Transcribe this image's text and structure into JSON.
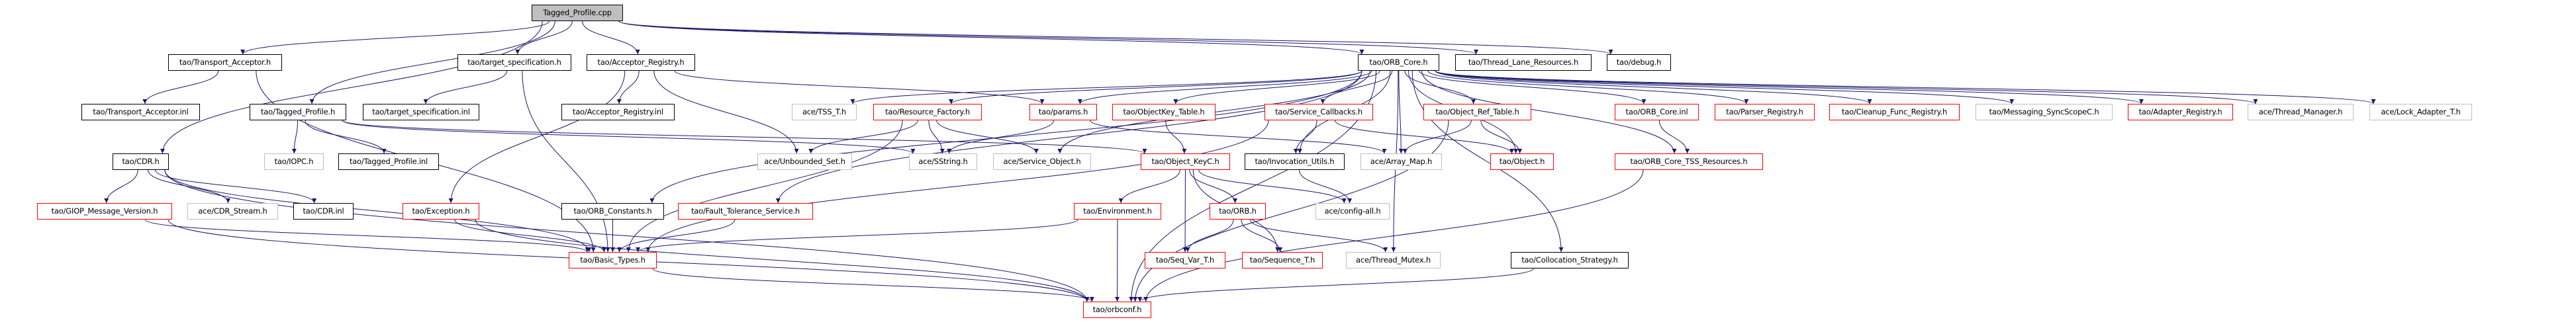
{
  "title": "Tagged_Profile.cpp include dependency graph",
  "colors": {
    "edge": "#191970",
    "root_fill": "#bfbfbf",
    "red_border": "#ff0000",
    "grey_border": "#bfbfbf",
    "normal_border": "#000000"
  },
  "nodes": [
    {
      "id": "cpp",
      "label": "Tagged_Profile.cpp",
      "style": "root"
    },
    {
      "id": "transport_acceptor_h",
      "label": "tao/Transport_Acceptor.h",
      "style": "normal"
    },
    {
      "id": "target_spec_h",
      "label": "tao/target_specification.h",
      "style": "normal"
    },
    {
      "id": "acceptor_registry_h",
      "label": "tao/Acceptor_Registry.h",
      "style": "normal"
    },
    {
      "id": "orb_core_h",
      "label": "tao/ORB_Core.h",
      "style": "normal"
    },
    {
      "id": "thread_lane_h",
      "label": "tao/Thread_Lane_Resources.h",
      "style": "normal"
    },
    {
      "id": "debug_h",
      "label": "tao/debug.h",
      "style": "normal"
    },
    {
      "id": "transport_acceptor_inl",
      "label": "tao/Transport_Acceptor.inl",
      "style": "normal"
    },
    {
      "id": "tagged_profile_h",
      "label": "tao/Tagged_Profile.h",
      "style": "normal"
    },
    {
      "id": "target_spec_inl",
      "label": "tao/target_specification.inl",
      "style": "normal"
    },
    {
      "id": "acceptor_registry_inl",
      "label": "tao/Acceptor_Registry.inl",
      "style": "normal"
    },
    {
      "id": "tss_t_h",
      "label": "ace/TSS_T.h",
      "style": "grey"
    },
    {
      "id": "resource_factory_h",
      "label": "tao/Resource_Factory.h",
      "style": "red"
    },
    {
      "id": "params_h",
      "label": "tao/params.h",
      "style": "red"
    },
    {
      "id": "objectkey_table_h",
      "label": "tao/ObjectKey_Table.h",
      "style": "red"
    },
    {
      "id": "service_callbacks_h",
      "label": "tao/Service_Callbacks.h",
      "style": "red"
    },
    {
      "id": "object_ref_table_h",
      "label": "tao/Object_Ref_Table.h",
      "style": "red"
    },
    {
      "id": "orb_core_inl",
      "label": "tao/ORB_Core.inl",
      "style": "red"
    },
    {
      "id": "parser_registry_h",
      "label": "tao/Parser_Registry.h",
      "style": "red"
    },
    {
      "id": "cleanup_func_registry_h",
      "label": "tao/Cleanup_Func_Registry.h",
      "style": "red"
    },
    {
      "id": "messaging_syncscopec_h",
      "label": "tao/Messaging_SyncScopeC.h",
      "style": "grey"
    },
    {
      "id": "adapter_registry_h",
      "label": "tao/Adapter_Registry.h",
      "style": "red"
    },
    {
      "id": "thread_manager_h",
      "label": "ace/Thread_Manager.h",
      "style": "grey"
    },
    {
      "id": "lock_adapter_t_h",
      "label": "ace/Lock_Adapter_T.h",
      "style": "grey"
    },
    {
      "id": "cdr_h",
      "label": "tao/CDR.h",
      "style": "normal"
    },
    {
      "id": "iopc_h",
      "label": "tao/IOPC.h",
      "style": "grey"
    },
    {
      "id": "tagged_profile_inl",
      "label": "tao/Tagged_Profile.inl",
      "style": "normal"
    },
    {
      "id": "unbounded_set_h",
      "label": "ace/Unbounded_Set.h",
      "style": "grey"
    },
    {
      "id": "sstring_h",
      "label": "ace/SString.h",
      "style": "grey"
    },
    {
      "id": "service_object_h",
      "label": "ace/Service_Object.h",
      "style": "grey"
    },
    {
      "id": "object_keyc_h",
      "label": "tao/Object_KeyC.h",
      "style": "red"
    },
    {
      "id": "invocation_utils_h",
      "label": "tao/Invocation_Utils.h",
      "style": "normal"
    },
    {
      "id": "array_map_h",
      "label": "ace/Array_Map.h",
      "style": "grey"
    },
    {
      "id": "object_h",
      "label": "tao/Object.h",
      "style": "red"
    },
    {
      "id": "orb_core_tss_h",
      "label": "tao/ORB_Core_TSS_Resources.h",
      "style": "red"
    },
    {
      "id": "giop_msg_version_h",
      "label": "tao/GIOP_Message_Version.h",
      "style": "red"
    },
    {
      "id": "cdr_stream_h",
      "label": "ace/CDR_Stream.h",
      "style": "grey"
    },
    {
      "id": "cdr_inl",
      "label": "tao/CDR.inl",
      "style": "normal"
    },
    {
      "id": "exception_h",
      "label": "tao/Exception.h",
      "style": "red"
    },
    {
      "id": "orb_constants_h",
      "label": "tao/ORB_Constants.h",
      "style": "normal"
    },
    {
      "id": "fault_tolerance_h",
      "label": "tao/Fault_Tolerance_Service.h",
      "style": "red"
    },
    {
      "id": "environment_h",
      "label": "tao/Environment.h",
      "style": "red"
    },
    {
      "id": "orb_h",
      "label": "tao/ORB.h",
      "style": "red"
    },
    {
      "id": "config_all_h",
      "label": "ace/config-all.h",
      "style": "grey"
    },
    {
      "id": "basic_types_h",
      "label": "tao/Basic_Types.h",
      "style": "red"
    },
    {
      "id": "seq_var_t_h",
      "label": "tao/Seq_Var_T.h",
      "style": "red"
    },
    {
      "id": "sequence_t_h",
      "label": "tao/Sequence_T.h",
      "style": "red"
    },
    {
      "id": "thread_mutex_h",
      "label": "ace/Thread_Mutex.h",
      "style": "grey"
    },
    {
      "id": "collocation_strategy_h",
      "label": "tao/Collocation_Strategy.h",
      "style": "normal"
    },
    {
      "id": "orbconf_h",
      "label": "tao/orbconf.h",
      "style": "red"
    }
  ],
  "edges": [
    [
      "cpp",
      "cdr_h"
    ],
    [
      "cpp",
      "transport_acceptor_h"
    ],
    [
      "cpp",
      "tagged_profile_h"
    ],
    [
      "cpp",
      "target_spec_h"
    ],
    [
      "cpp",
      "acceptor_registry_h"
    ],
    [
      "cpp",
      "orb_core_h"
    ],
    [
      "cpp",
      "thread_lane_h"
    ],
    [
      "cpp",
      "debug_h"
    ],
    [
      "transport_acceptor_h",
      "transport_acceptor_inl"
    ],
    [
      "transport_acceptor_h",
      "basic_types_h"
    ],
    [
      "target_spec_h",
      "target_spec_inl"
    ],
    [
      "target_spec_h",
      "basic_types_h"
    ],
    [
      "acceptor_registry_h",
      "acceptor_registry_inl"
    ],
    [
      "acceptor_registry_h",
      "unbounded_set_h"
    ],
    [
      "acceptor_registry_h",
      "params_h"
    ],
    [
      "acceptor_registry_h",
      "exception_h"
    ],
    [
      "tagged_profile_h",
      "iopc_h"
    ],
    [
      "tagged_profile_h",
      "tagged_profile_inl"
    ],
    [
      "tagged_profile_h",
      "sstring_h"
    ],
    [
      "tagged_profile_h",
      "object_keyc_h"
    ],
    [
      "cdr_h",
      "giop_msg_version_h"
    ],
    [
      "cdr_h",
      "cdr_stream_h"
    ],
    [
      "cdr_h",
      "cdr_inl"
    ],
    [
      "cdr_h",
      "basic_types_h"
    ],
    [
      "cdr_h",
      "orbconf_h"
    ],
    [
      "giop_msg_version_h",
      "basic_types_h"
    ],
    [
      "giop_msg_version_h",
      "orbconf_h"
    ],
    [
      "exception_h",
      "basic_types_h"
    ],
    [
      "exception_h",
      "orbconf_h"
    ],
    [
      "orb_constants_h",
      "basic_types_h"
    ],
    [
      "basic_types_h",
      "orbconf_h"
    ],
    [
      "orb_core_h",
      "tss_t_h"
    ],
    [
      "orb_core_h",
      "resource_factory_h"
    ],
    [
      "orb_core_h",
      "params_h"
    ],
    [
      "orb_core_h",
      "objectkey_table_h"
    ],
    [
      "orb_core_h",
      "service_callbacks_h"
    ],
    [
      "orb_core_h",
      "object_ref_table_h"
    ],
    [
      "orb_core_h",
      "orb_core_inl"
    ],
    [
      "orb_core_h",
      "parser_registry_h"
    ],
    [
      "orb_core_h",
      "cleanup_func_registry_h"
    ],
    [
      "orb_core_h",
      "messaging_syncscopec_h"
    ],
    [
      "orb_core_h",
      "adapter_registry_h"
    ],
    [
      "orb_core_h",
      "thread_manager_h"
    ],
    [
      "orb_core_h",
      "lock_adapter_t_h"
    ],
    [
      "orb_core_h",
      "orb_constants_h"
    ],
    [
      "orb_core_h",
      "fault_tolerance_h"
    ],
    [
      "orb_core_h",
      "service_object_h"
    ],
    [
      "orb_core_h",
      "invocation_utils_h"
    ],
    [
      "orb_core_h",
      "array_map_h"
    ],
    [
      "orb_core_h",
      "object_h"
    ],
    [
      "orb_core_h",
      "collocation_strategy_h"
    ],
    [
      "orb_core_h",
      "orb_core_tss_h"
    ],
    [
      "orb_core_h",
      "thread_mutex_h"
    ],
    [
      "orb_core_h",
      "orbconf_h"
    ],
    [
      "resource_factory_h",
      "unbounded_set_h"
    ],
    [
      "resource_factory_h",
      "sstring_h"
    ],
    [
      "resource_factory_h",
      "service_object_h"
    ],
    [
      "resource_factory_h",
      "basic_types_h"
    ],
    [
      "params_h",
      "sstring_h"
    ],
    [
      "params_h",
      "array_map_h"
    ],
    [
      "objectkey_table_h",
      "object_keyc_h"
    ],
    [
      "service_callbacks_h",
      "invocation_utils_h"
    ],
    [
      "service_callbacks_h",
      "basic_types_h"
    ],
    [
      "service_callbacks_h",
      "object_h"
    ],
    [
      "object_ref_table_h",
      "array_map_h"
    ],
    [
      "object_ref_table_h",
      "object_h"
    ],
    [
      "object_ref_table_h",
      "orbconf_h"
    ],
    [
      "orb_core_inl",
      "orb_core_tss_h"
    ],
    [
      "object_keyc_h",
      "environment_h"
    ],
    [
      "object_keyc_h",
      "orb_h"
    ],
    [
      "object_keyc_h",
      "seq_var_t_h"
    ],
    [
      "object_keyc_h",
      "sequence_t_h"
    ],
    [
      "object_keyc_h",
      "config_all_h"
    ],
    [
      "invocation_utils_h",
      "config_all_h"
    ],
    [
      "environment_h",
      "basic_types_h"
    ],
    [
      "environment_h",
      "orbconf_h"
    ],
    [
      "orb_h",
      "seq_var_t_h"
    ],
    [
      "orb_h",
      "sequence_t_h"
    ],
    [
      "orb_h",
      "thread_mutex_h"
    ],
    [
      "fault_tolerance_h",
      "basic_types_h"
    ],
    [
      "collocation_strategy_h",
      "orbconf_h"
    ],
    [
      "orb_core_tss_h",
      "orbconf_h"
    ]
  ]
}
